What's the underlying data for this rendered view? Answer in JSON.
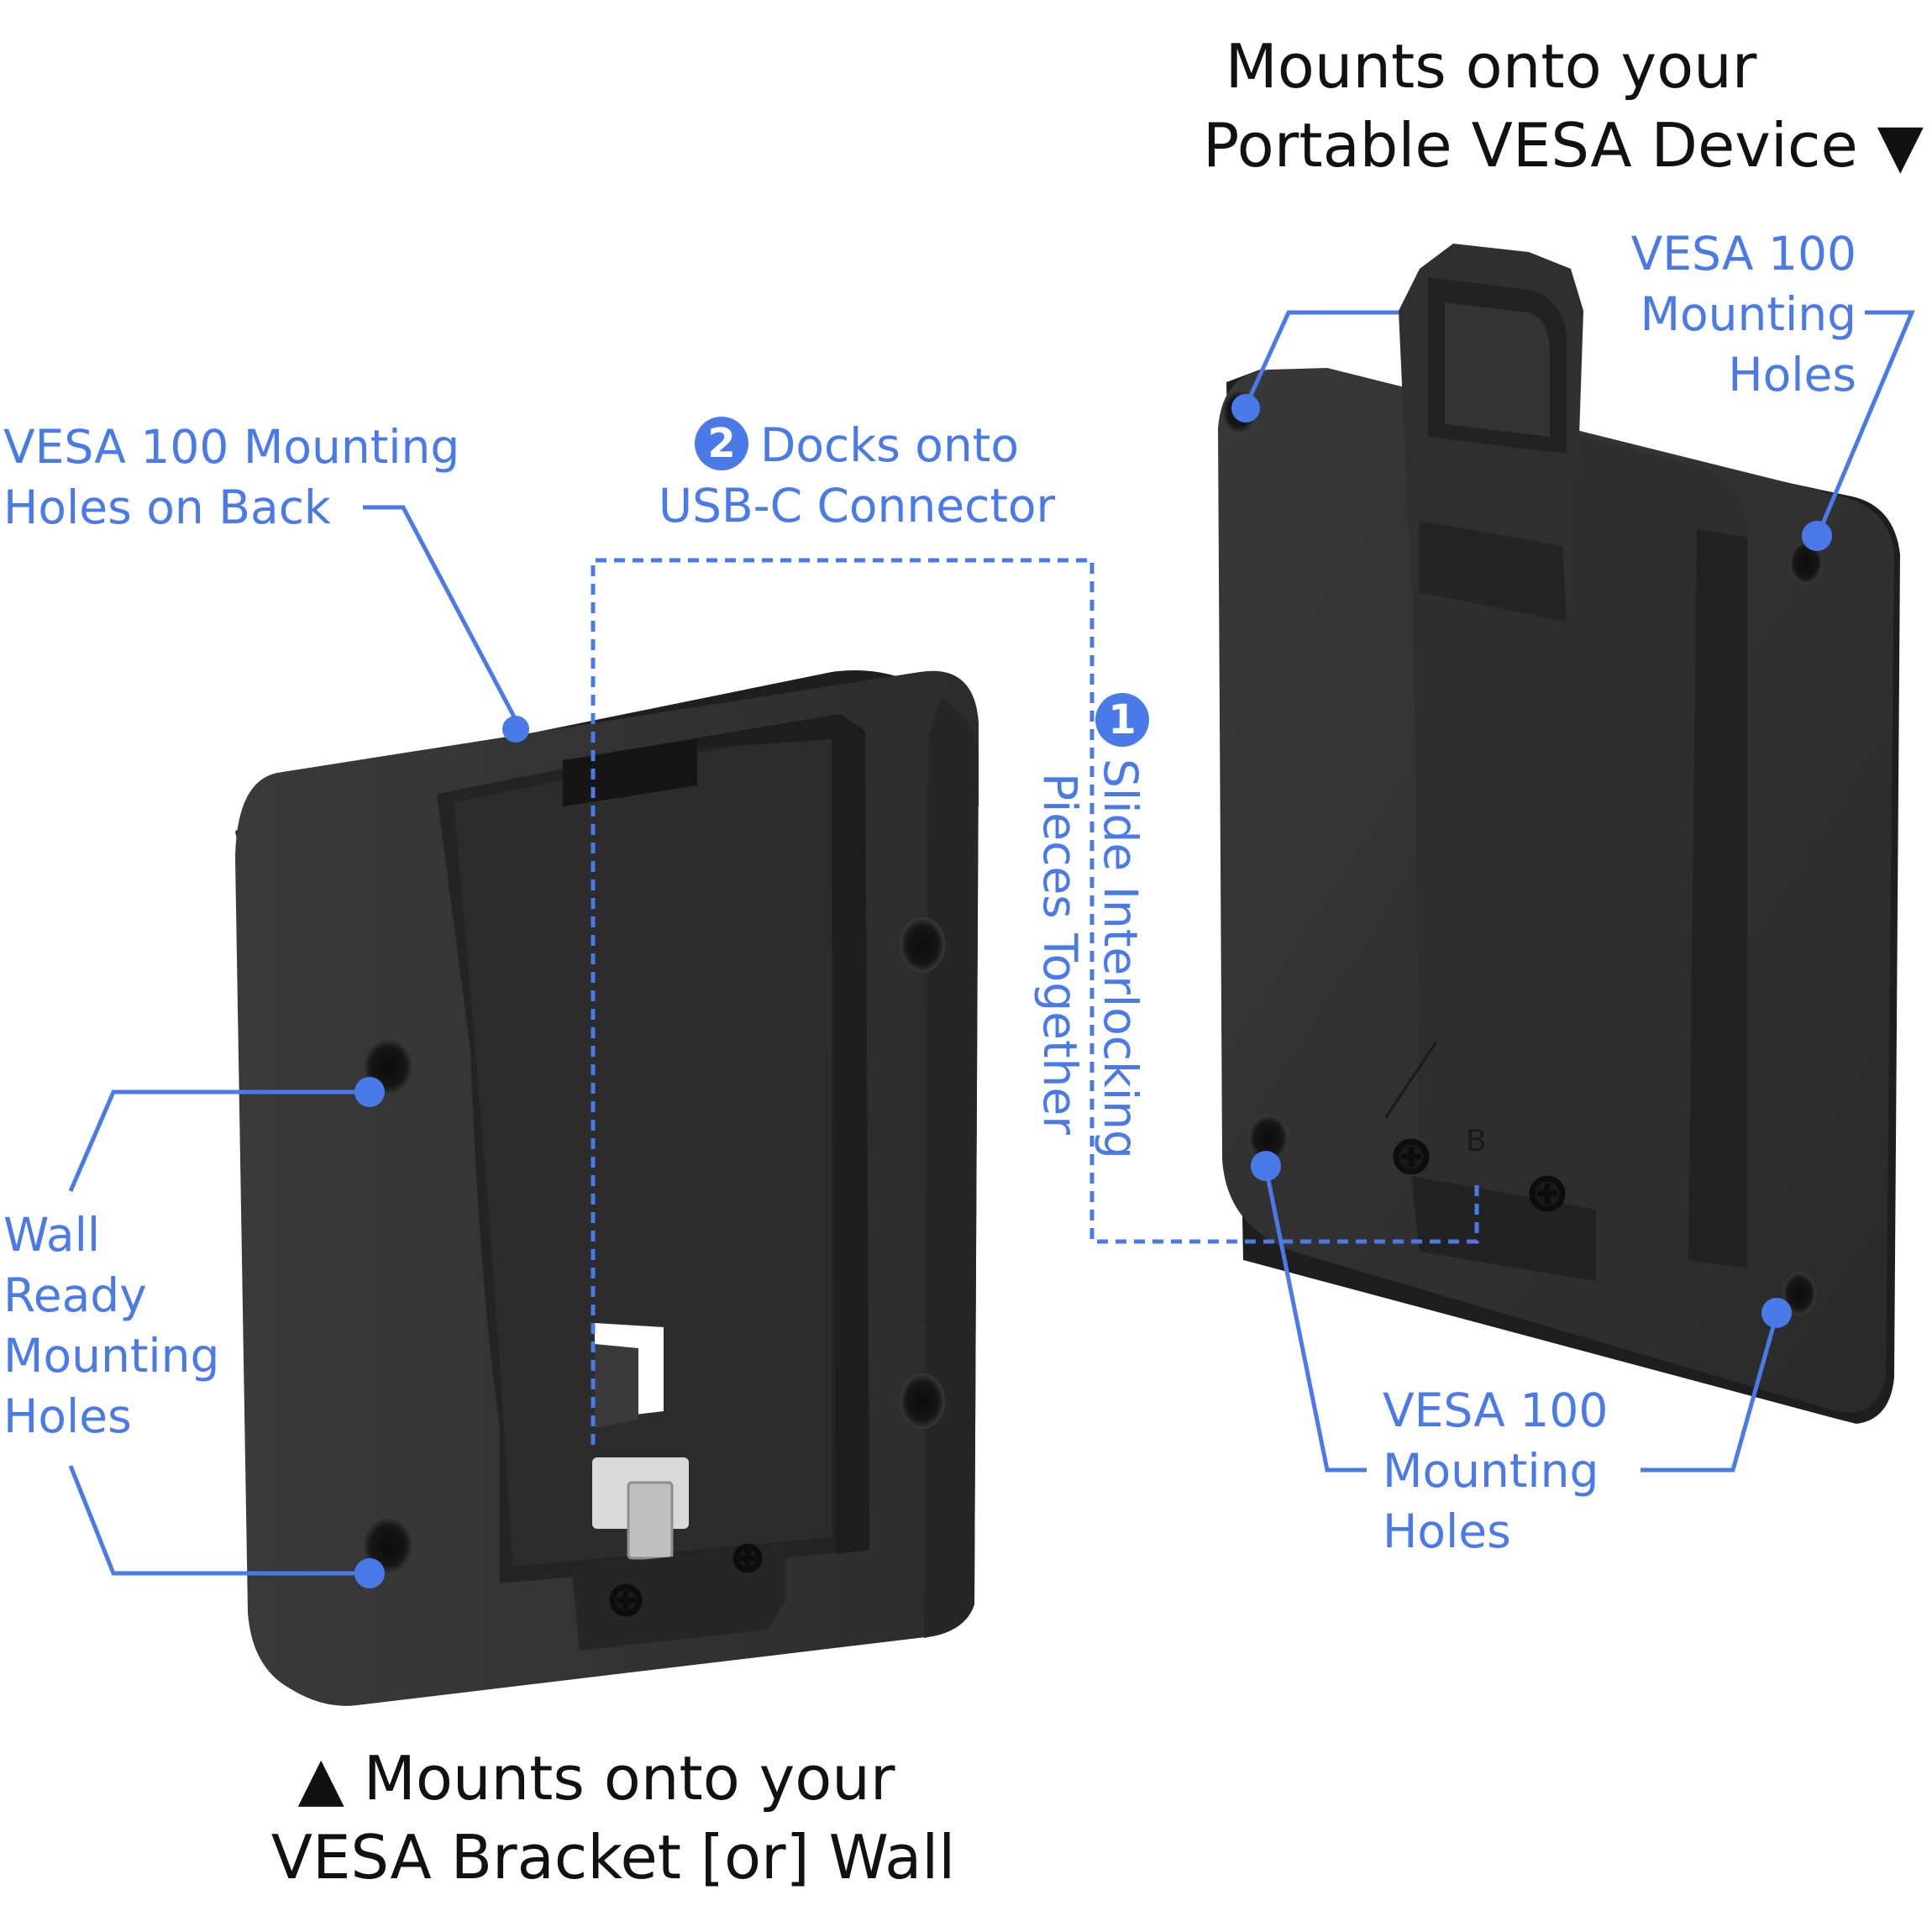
{
  "titles": {
    "top_line1": "Mounts onto your",
    "top_line2": "Portable VESA Device ▼",
    "bottom_line1": "▲ Mounts onto your",
    "bottom_line2": "VESA Bracket [or] Wall"
  },
  "labels": {
    "vesa_back_line1": "VESA 100 Mounting",
    "vesa_back_line2": "Holes on Back",
    "docks_number": "2",
    "docks_line1": "Docks onto",
    "docks_line2": "USB-C Connector",
    "slide_number": "1",
    "slide_line1": "Slide Interlocking",
    "slide_line2": "Pieces Together",
    "wall_line1": "Wall",
    "wall_line2": "Ready",
    "wall_line3": "Mounting",
    "wall_line4": "Holes",
    "vesa_top_line1": "VESA 100",
    "vesa_top_line2": "Mounting",
    "vesa_top_line3": "Holes",
    "vesa_bottom_line1": "VESA 100",
    "vesa_bottom_line2": "Mounting",
    "vesa_bottom_line3": "Holes",
    "plate_marking": "B"
  },
  "colors": {
    "accent": "#4a7ae8",
    "part": "#2b2b2b",
    "part_edge": "#1b1b1b",
    "text": "#111111",
    "background": "#ffffff"
  }
}
